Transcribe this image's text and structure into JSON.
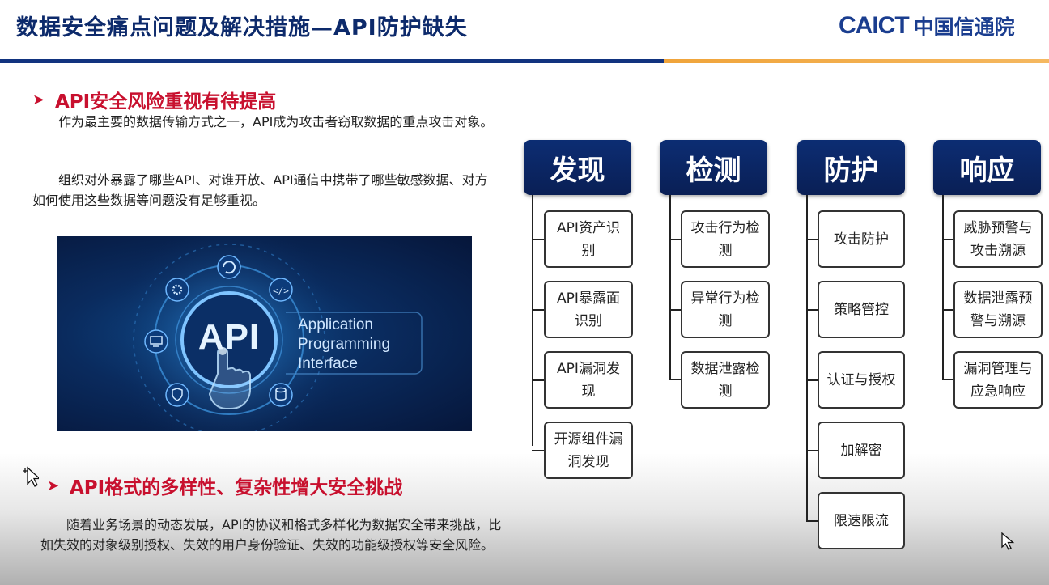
{
  "header": {
    "title": "数据安全痛点问题及解决措施—API防护缺失",
    "logo_en": "CAICT",
    "logo_cn": "中国信通院"
  },
  "section1": {
    "heading": "API安全风险重视有待提高",
    "para1": "作为最主要的数据传输方式之一，API成为攻击者窃取数据的重点攻击对象。",
    "para2": "组织对外暴露了哪些API、对谁开放、API通信中携带了哪些敏感数据、对方如何使用这些数据等问题没有足够重视。"
  },
  "image": {
    "center_text": "API",
    "caption_lines": [
      "Application",
      "Programming",
      "Interface"
    ]
  },
  "section2": {
    "heading": "API格式的多样性、复杂性增大安全挑战",
    "para": "随着业务场景的动态发展，API的协议和格式多样化为数据安全带来挑战，比如失效的对象级别授权、失效的用户身份验证、失效的功能级授权等安全风险。"
  },
  "columns": [
    {
      "title": "发现",
      "items": [
        [
          "API资产识",
          "别"
        ],
        [
          "API暴露面",
          "识别"
        ],
        [
          "API漏洞发",
          "现"
        ],
        [
          "开源组件漏",
          "洞发现"
        ]
      ]
    },
    {
      "title": "检测",
      "items": [
        [
          "攻击行为检",
          "测"
        ],
        [
          "异常行为检",
          "测"
        ],
        [
          "数据泄露检",
          "测"
        ]
      ]
    },
    {
      "title": "防护",
      "items": [
        [
          "攻击防护"
        ],
        [
          "策略管控"
        ],
        [
          "认证与授权"
        ],
        [
          "加解密"
        ],
        [
          "限速限流"
        ]
      ]
    },
    {
      "title": "响应",
      "items": [
        [
          "威胁预警与",
          "攻击溯源"
        ],
        [
          "数据泄露预",
          "警与溯源"
        ],
        [
          "漏洞管理与",
          "应急响应"
        ]
      ]
    }
  ],
  "colors": {
    "title_blue": "#0d2a6b",
    "accent_red": "#c8102e",
    "rule_orange": "#f0a43a",
    "box_navy": "#0a1f55"
  },
  "icons": {
    "bullet": "arrow-right-icon",
    "image_ring": [
      "refresh-icon",
      "gear-icon",
      "code-icon",
      "monitor-icon",
      "shield-icon",
      "database-icon",
      "hand-pointer-icon"
    ],
    "cursors": [
      "move-cursor-icon",
      "mouse-pointer-icon"
    ]
  }
}
